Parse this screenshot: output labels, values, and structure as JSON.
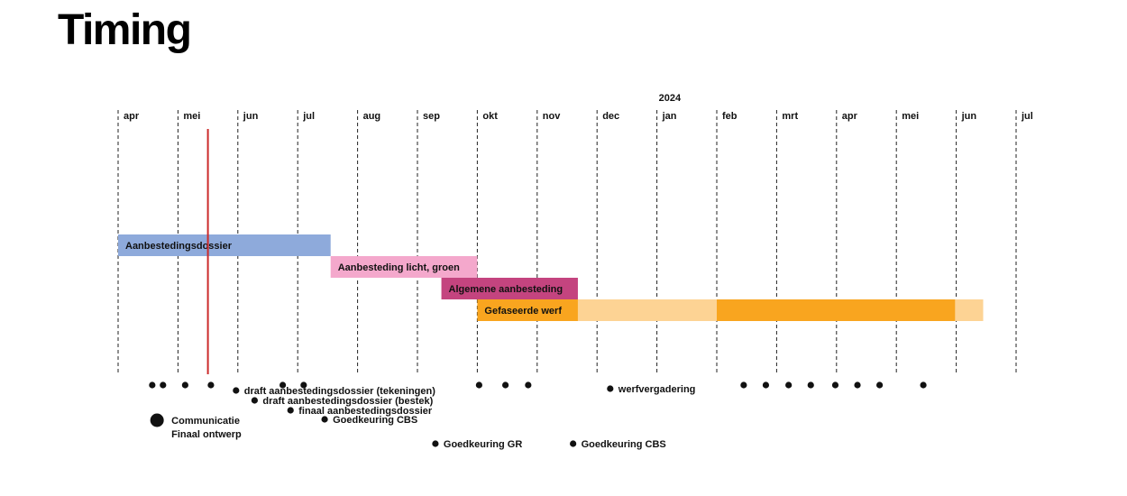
{
  "page": {
    "title": "Timing"
  },
  "timeline": {
    "year_label": "2024",
    "months": [
      "apr",
      "mei",
      "jun",
      "jul",
      "aug",
      "sep",
      "okt",
      "nov",
      "dec",
      "jan",
      "feb",
      "mrt",
      "apr",
      "mei",
      "jun",
      "jul"
    ],
    "today_marker_color": "#cc2b2b"
  },
  "bars": [
    {
      "id": "aanbestedingsdossier",
      "label": "Aanbestedingsdossier",
      "start": 0,
      "end": 3.55,
      "row": 0,
      "color": "#8eaadb"
    },
    {
      "id": "aanbesteding-licht-groen",
      "label": "Aanbesteding licht, groen",
      "start": 3.55,
      "end": 6.0,
      "row": 1,
      "color": "#f4a8cc"
    },
    {
      "id": "algemene-aanbesteding",
      "label": "Algemene aanbesteding",
      "start": 5.4,
      "end": 7.68,
      "row": 2,
      "color": "#c4447f"
    },
    {
      "id": "gefaseerde-werf-licht",
      "label": "",
      "start": 7.68,
      "end": 14.45,
      "row": 3,
      "color": "#fdd394"
    },
    {
      "id": "gefaseerde-werf-donker",
      "label": "",
      "start": 10.0,
      "end": 13.98,
      "row": 3,
      "color": "#f9a51f"
    },
    {
      "id": "gefaseerde-werf",
      "label": "Gefaseerde werf",
      "start": 6.0,
      "end": 7.68,
      "row": 3,
      "color": "#f9a51f"
    }
  ],
  "event_dots": [
    0.57,
    0.75,
    1.12,
    1.55,
    2.75,
    3.1,
    6.03,
    6.47,
    6.85,
    10.45,
    10.82,
    11.2,
    11.57,
    11.98,
    12.35,
    12.72,
    13.45
  ],
  "events": [
    {
      "id": "communicatie",
      "label_lines": [
        "Communicatie",
        "Finaal ontwerp"
      ],
      "pos": 0.65,
      "big": true
    },
    {
      "id": "draft-tekeningen",
      "label_lines": [
        "draft aanbestedingsdossier (tekeningen)"
      ],
      "pos": 1.97
    },
    {
      "id": "draft-bestek",
      "label_lines": [
        "draft aanbestedingsdossier (bestek)"
      ],
      "pos": 2.28
    },
    {
      "id": "finaal-dossier",
      "label_lines": [
        "finaal aanbestedingsdossier"
      ],
      "pos": 2.88
    },
    {
      "id": "goedkeuring-cbs-1",
      "label_lines": [
        "Goedkeuring CBS"
      ],
      "pos": 3.45
    },
    {
      "id": "goedkeuring-gr",
      "label_lines": [
        "Goedkeuring GR"
      ],
      "pos": 5.3
    },
    {
      "id": "goedkeuring-cbs-2",
      "label_lines": [
        "Goedkeuring CBS"
      ],
      "pos": 7.6
    },
    {
      "id": "werfvergadering",
      "label_lines": [
        "werfvergadering"
      ],
      "pos": 8.22
    }
  ]
}
